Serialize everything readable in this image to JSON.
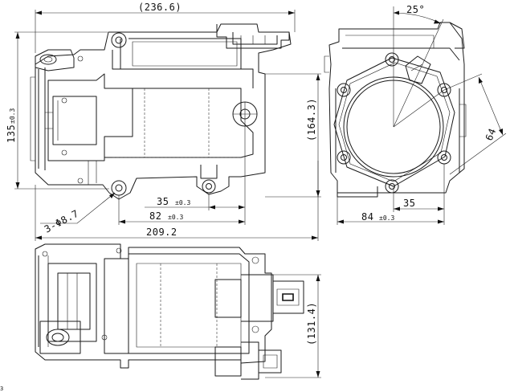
{
  "dimensions": {
    "overall_length_ref": "(236.6)",
    "front_height_ref": "(164.3)",
    "height_top": "135",
    "height_top_tol": "±0.3",
    "mount_35": "35",
    "mount_35_tol": "±0.3",
    "mount_82": "82",
    "mount_82_tol": "±0.3",
    "length_209": "209.2",
    "holes": "3-Φ8.7",
    "angle": "25°",
    "radius_64": "64",
    "side_35": "35",
    "side_84": "84",
    "side_84_tol": "±0.3",
    "plan_height_ref": "(131.4)"
  },
  "corner_mark": "3"
}
